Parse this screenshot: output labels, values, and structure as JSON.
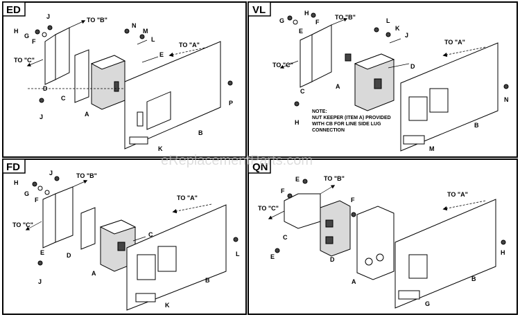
{
  "watermark": "eReplacementParts.com",
  "panels": [
    {
      "id": "ED",
      "title": "ED",
      "to_b": "TO \"B\"",
      "to_c": "TO \"C\"",
      "to_a": "TO \"A\"",
      "labels": [
        "J",
        "H",
        "G",
        "F",
        "N",
        "M",
        "L",
        "E",
        "D",
        "C",
        "A",
        "B",
        "K",
        "J",
        "P"
      ]
    },
    {
      "id": "VL",
      "title": "VL",
      "to_b": "TO \"B\"",
      "to_c": "TO \"C\"",
      "to_a": "TO \"A\"",
      "labels": [
        "H",
        "G",
        "E",
        "F",
        "L",
        "K",
        "J",
        "D",
        "A",
        "C",
        "H",
        "N",
        "B",
        "M"
      ],
      "note": [
        "NOTE:",
        "NUT KEEPER (ITEM A) PROVIDED",
        "WITH CB FOR LINE SIDE LUG",
        "CONNECTION"
      ]
    },
    {
      "id": "FD",
      "title": "FD",
      "to_b": "TO \"B\"",
      "to_c": "TO \"C\"",
      "to_a": "TO \"A\"",
      "labels": [
        "J",
        "H",
        "G",
        "F",
        "C",
        "E",
        "D",
        "A",
        "J",
        "B",
        "K",
        "L"
      ]
    },
    {
      "id": "QN",
      "title": "QN",
      "to_b": "TO \"B\"",
      "to_c": "TO \"C\"",
      "to_a": "TO \"A\"",
      "labels": [
        "E",
        "F",
        "F",
        "C",
        "E",
        "D",
        "A",
        "H",
        "B",
        "G"
      ]
    }
  ]
}
